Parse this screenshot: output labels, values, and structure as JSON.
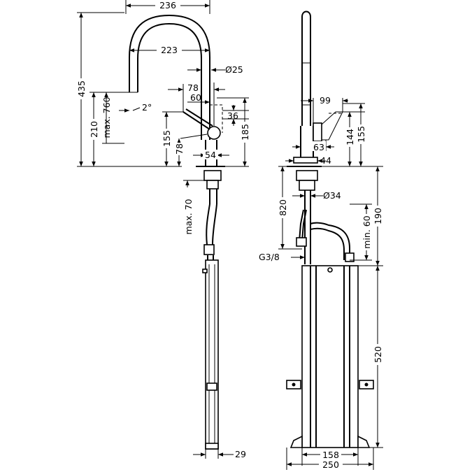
{
  "dimensions": {
    "spout_width_outer": "236",
    "spout_width_inner": "223",
    "spout_diameter": "Ø25",
    "total_height": "435",
    "handle_78_top": "78",
    "handle_60": "60",
    "angle": "2°",
    "height_210": "210",
    "max_760": "max. 760",
    "handle_36": "36",
    "height_155_left": "155",
    "height_185": "185",
    "handle_78_bottom": "78",
    "base_54": "54",
    "max_70": "max. 70",
    "side_29": "29",
    "side_99": "99",
    "side_144": "144",
    "side_155": "155",
    "side_63": "63",
    "side_44": "44",
    "hole_34": "Ø34",
    "height_820": "820",
    "height_190": "190",
    "min_60": "min. 60",
    "thread": "G3/8",
    "height_520": "520",
    "width_158": "158",
    "width_250": "250"
  }
}
